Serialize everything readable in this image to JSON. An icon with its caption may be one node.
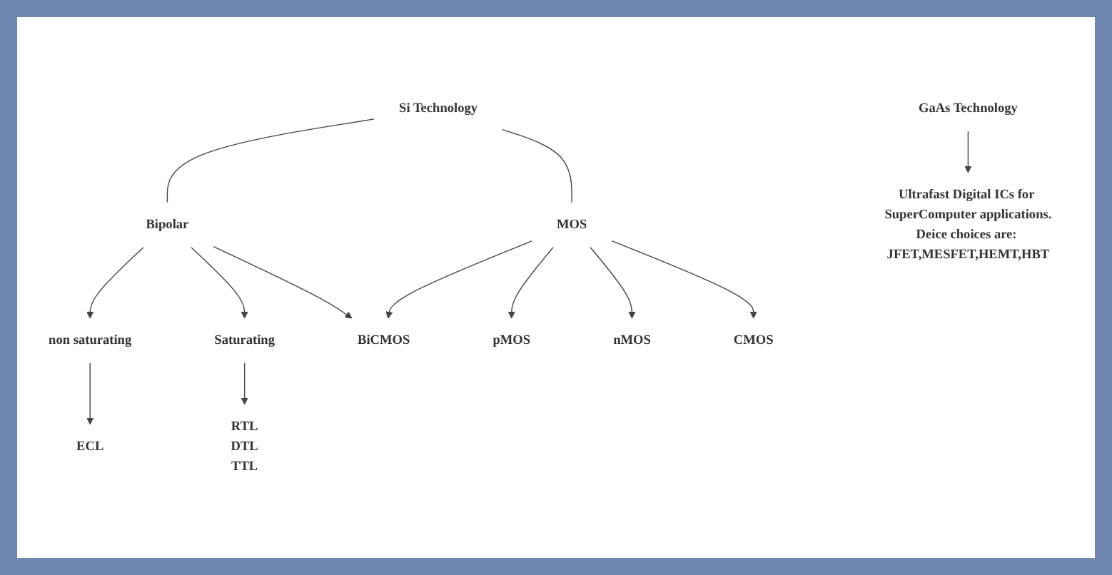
{
  "diagram": {
    "nodes": [
      {
        "text": [
          "Si Technology"
        ]
      },
      {
        "text": [
          "GaAs Technology"
        ]
      },
      {
        "text": [
          "Bipolar"
        ]
      },
      {
        "text": [
          "MOS"
        ]
      },
      {
        "text": [
          "BiCMOS"
        ]
      },
      {
        "text": [
          "Ultrafast Digital ICs for SuperComputer applications.",
          "Deice choices are: JFET,MESFET,HEMT,HBT"
        ]
      },
      {
        "text": [
          "non saturating"
        ]
      },
      {
        "text": [
          "Saturating"
        ]
      },
      {
        "text": [
          "ECL"
        ]
      },
      {
        "text": [
          "RTL",
          "DTL",
          "TTL"
        ]
      },
      {
        "text": [
          "pMOS"
        ]
      },
      {
        "text": [
          "nMOS"
        ]
      },
      {
        "text": [
          "CMOS"
        ]
      }
    ],
    "edges": [
      {
        "from": 0,
        "to": 2,
        "arrow": "none"
      },
      {
        "from": 0,
        "to": 3,
        "arrow": "none"
      },
      {
        "from": 1,
        "to": 5,
        "arrow": "to"
      },
      {
        "from": 2,
        "to": 4,
        "arrow": "to"
      },
      {
        "from": 3,
        "to": 4,
        "arrow": "to"
      },
      {
        "from": 2,
        "to": 6,
        "arrow": "to"
      },
      {
        "from": 2,
        "to": 7,
        "arrow": "to"
      },
      {
        "from": 6,
        "to": 8,
        "arrow": "to"
      },
      {
        "from": 7,
        "to": 9,
        "arrow": "to"
      },
      {
        "from": 3,
        "to": 10,
        "arrow": "to"
      },
      {
        "from": 3,
        "to": 11,
        "arrow": "to"
      },
      {
        "from": 3,
        "to": 12,
        "arrow": "to"
      }
    ]
  }
}
